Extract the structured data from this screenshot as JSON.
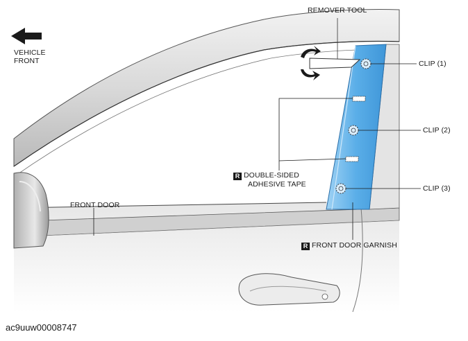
{
  "labels": {
    "remover_tool": "REMOVER TOOL",
    "vehicle_front_line1": "VEHICLE",
    "vehicle_front_line2": "FRONT",
    "clip1": "CLIP (1)",
    "clip2": "CLIP (2)",
    "clip3": "CLIP (3)",
    "tape_line1": "DOUBLE-SIDED",
    "tape_line2": "ADHESIVE TAPE",
    "front_door": "FRONT DOOR",
    "front_door_garnish": "FRONT DOOR GARNISH",
    "replace_marker": "R"
  },
  "caption": "ac9uuw00008747",
  "colors": {
    "garnish": "#5aaee8",
    "garnish_light": "#a9d6f6",
    "line": "#1a1a1a",
    "body_shade": "#d6d6d6"
  },
  "icons": [
    "arrow-left-icon",
    "rotate-arrow-icon",
    "clip-icon",
    "tape-icon",
    "replace-marker-icon"
  ]
}
